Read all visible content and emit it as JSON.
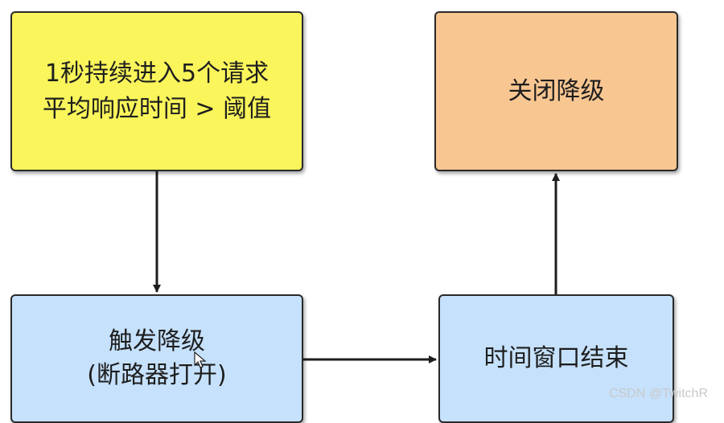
{
  "diagram": {
    "nodes": {
      "trigger_condition": {
        "lines": [
          "1秒持续进入5个请求",
          "平均响应时间 > 阈值"
        ],
        "fill": "#f9f55b"
      },
      "close_degrade": {
        "lines": [
          "关闭降级"
        ],
        "fill": "#f8c691"
      },
      "trigger_degrade": {
        "lines": [
          "触发降级",
          "(断路器打开)"
        ],
        "fill": "#c6e1fc"
      },
      "window_end": {
        "lines": [
          "时间窗口结束"
        ],
        "fill": "#c6e1fc"
      }
    },
    "edges": [
      {
        "from": "trigger_condition",
        "to": "trigger_degrade"
      },
      {
        "from": "trigger_degrade",
        "to": "window_end"
      },
      {
        "from": "window_end",
        "to": "close_degrade"
      }
    ]
  },
  "watermark": "CSDN @TwitchR"
}
